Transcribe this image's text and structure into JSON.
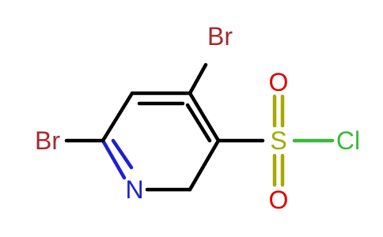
{
  "molecule": {
    "atoms": {
      "br_top": {
        "symbol": "Br",
        "color": "#a52a2a"
      },
      "br_left": {
        "symbol": "Br",
        "color": "#a52a2a"
      },
      "n": {
        "symbol": "N",
        "color": "#1f1fd1"
      },
      "s": {
        "symbol": "S",
        "color": "#a8a800"
      },
      "o_top": {
        "symbol": "O",
        "color": "#e00000"
      },
      "o_bottom": {
        "symbol": "O",
        "color": "#e00000"
      },
      "cl": {
        "symbol": "Cl",
        "color": "#3cb83c"
      }
    },
    "bond_color": "#000000"
  }
}
